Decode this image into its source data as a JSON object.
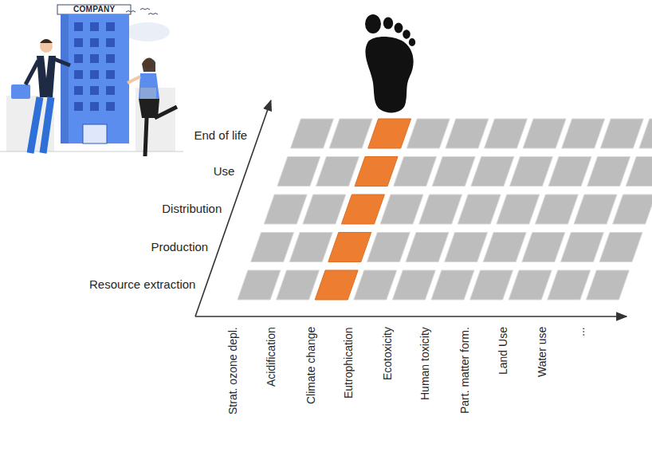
{
  "diagram": {
    "labels": [
      "COMPANY",
      "End of life",
      "Use",
      "Distribution",
      "Production",
      "Resource extraction",
      "Strat. ozone depl.",
      "Acidification",
      "Climate change",
      "Eutrophication",
      "Ecotoxicity",
      "Human toxicity",
      "Part. matter form.",
      "Land Use",
      "Water use",
      "..."
    ]
  }
}
